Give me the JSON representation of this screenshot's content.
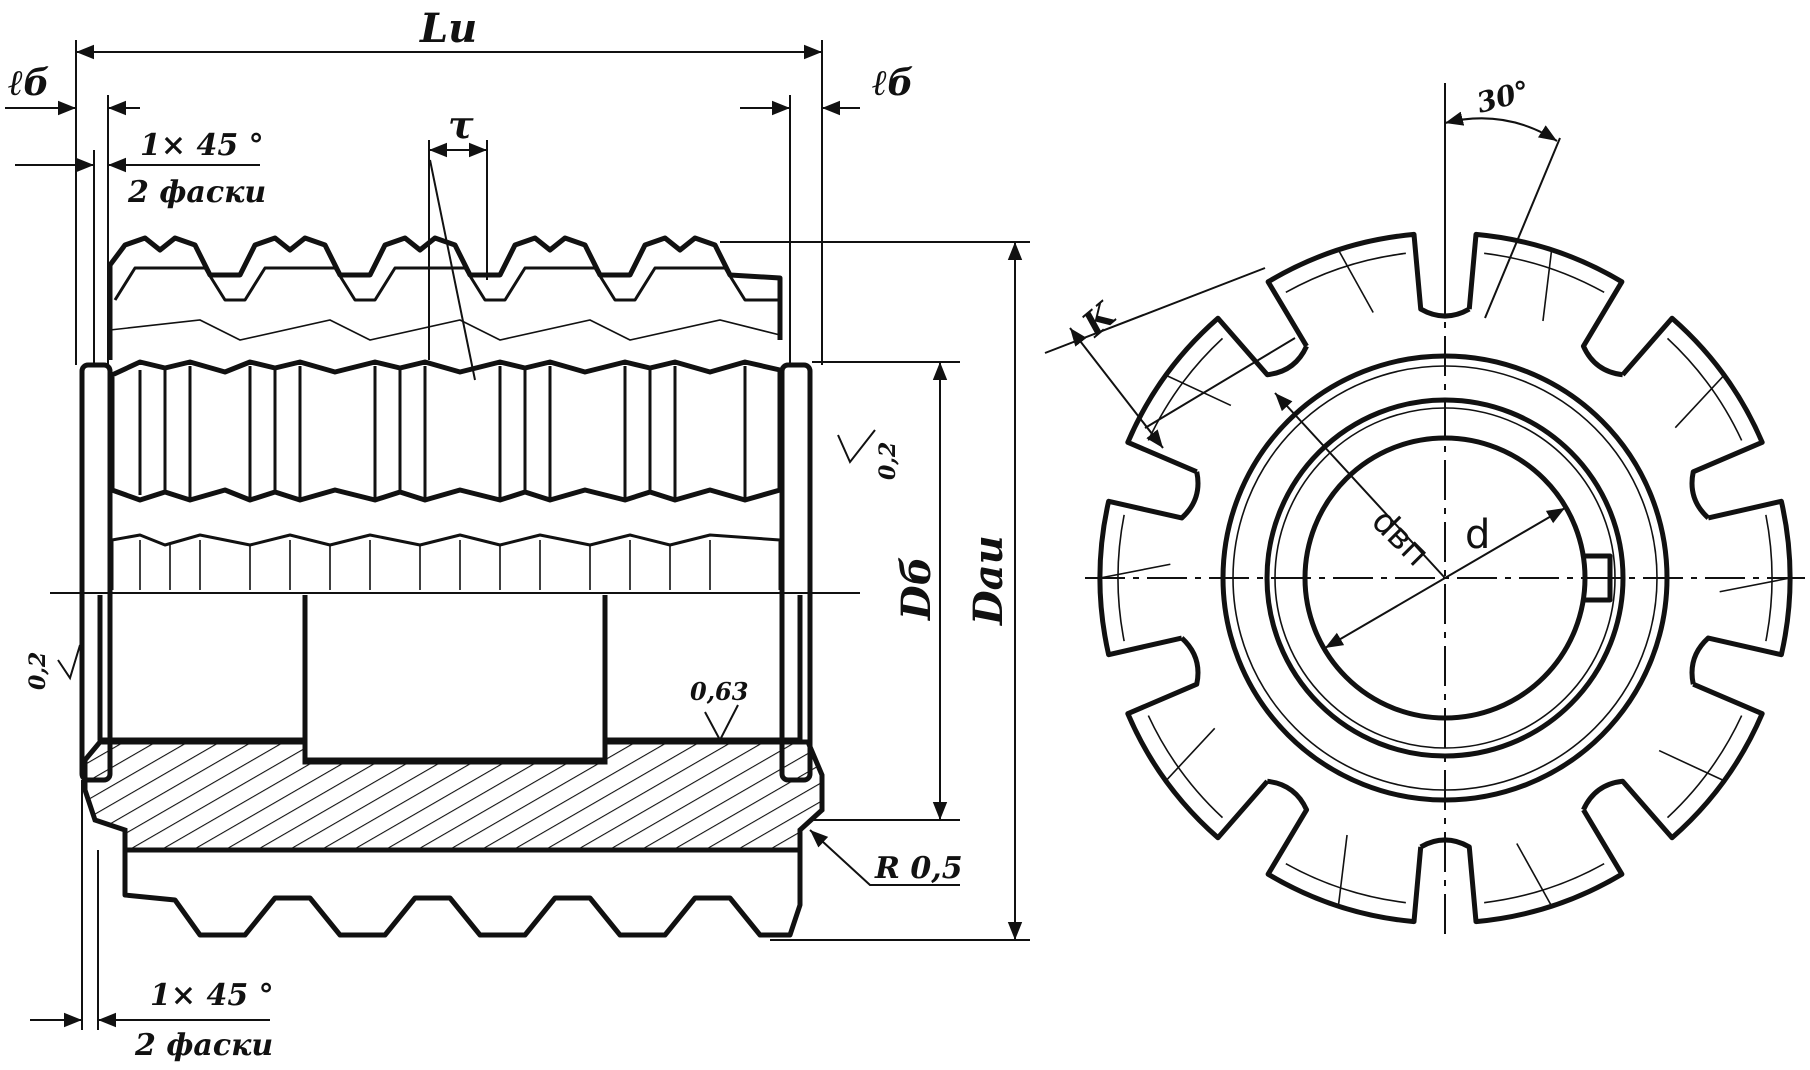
{
  "labels": {
    "length_total": "Lи",
    "collar_left": "ℓб",
    "collar_right": "ℓб",
    "pitch": "τ",
    "chamfer_top_size": "1× 45 °",
    "chamfer_top_count": "2 фаски",
    "chamfer_bottom_size": "1× 45 °",
    "chamfer_bottom_count": "2 фаски",
    "roughness_collar": "0,2",
    "roughness_face": "0,2",
    "roughness_bore": "0,63",
    "fillet_radius": "R 0,5",
    "diameter_collar": "Dб",
    "diameter_outer": "Dau",
    "angle": "30°",
    "k_value": "K",
    "diameter_groove": "dвп",
    "diameter_bore": "d"
  }
}
